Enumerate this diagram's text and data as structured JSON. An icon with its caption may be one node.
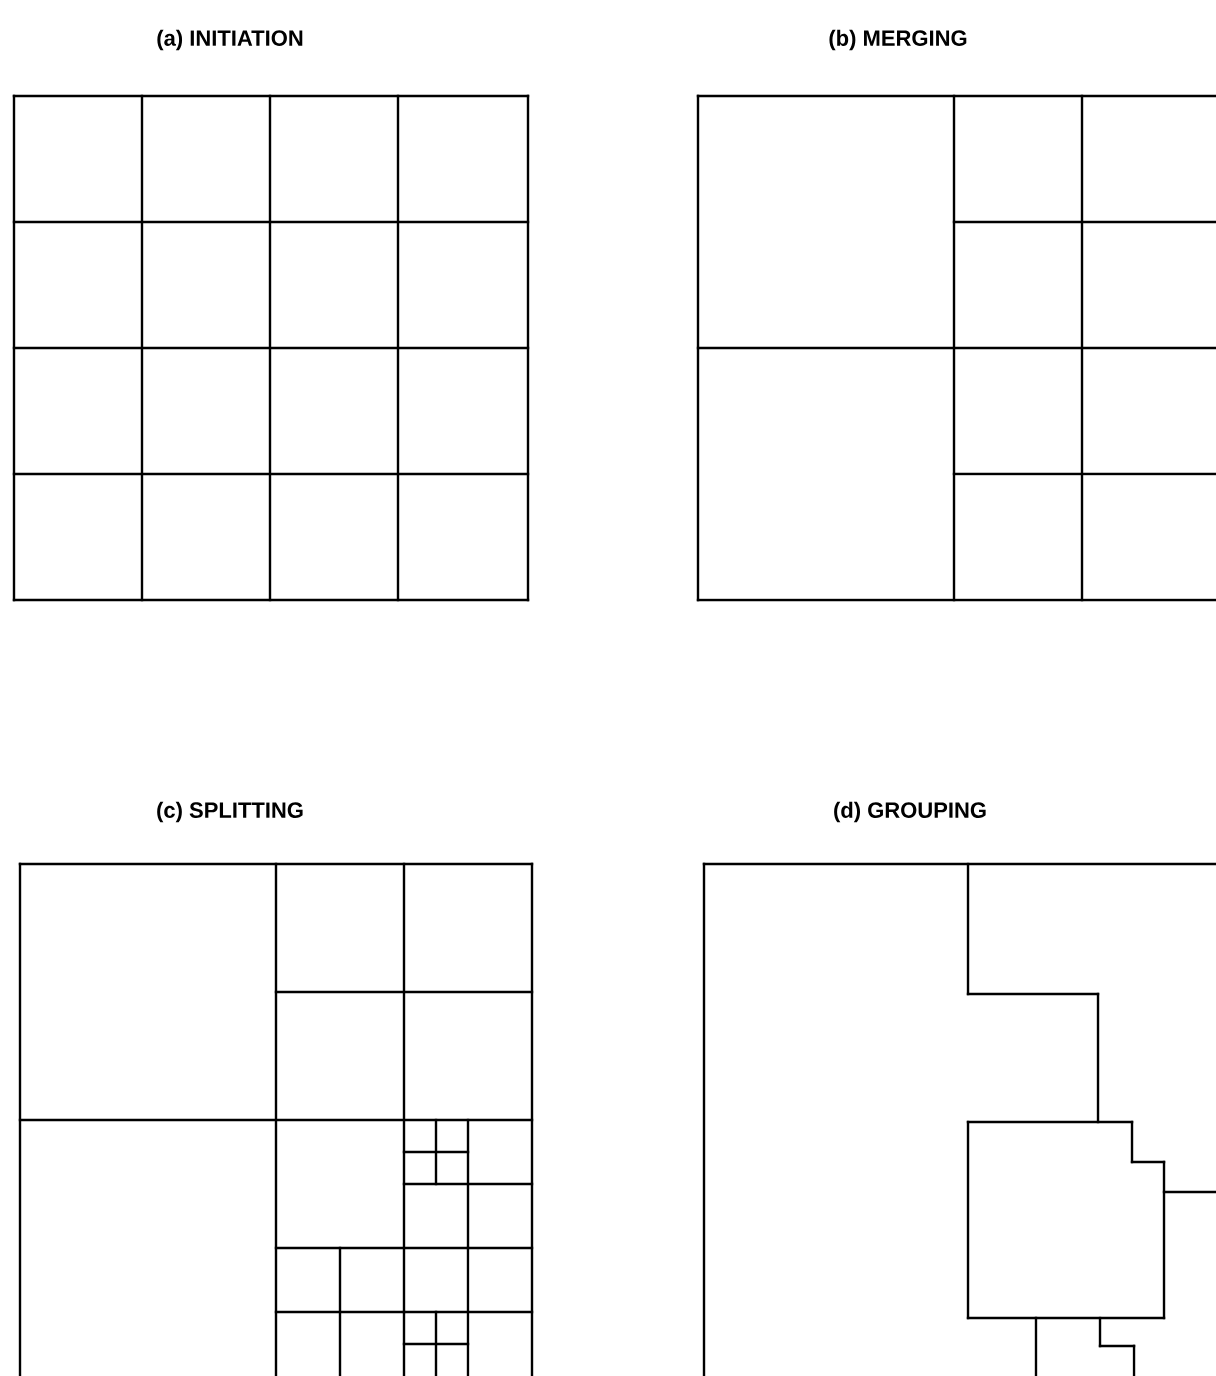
{
  "diagram": {
    "nodes": [
      {
        "text": [
          "(a) INITIATION"
        ]
      },
      {
        "text": [
          "(b) MERGING"
        ]
      },
      {
        "text": [
          "(c) SPLITTING"
        ]
      },
      {
        "text": [
          "(d) GROUPING"
        ]
      }
    ]
  }
}
